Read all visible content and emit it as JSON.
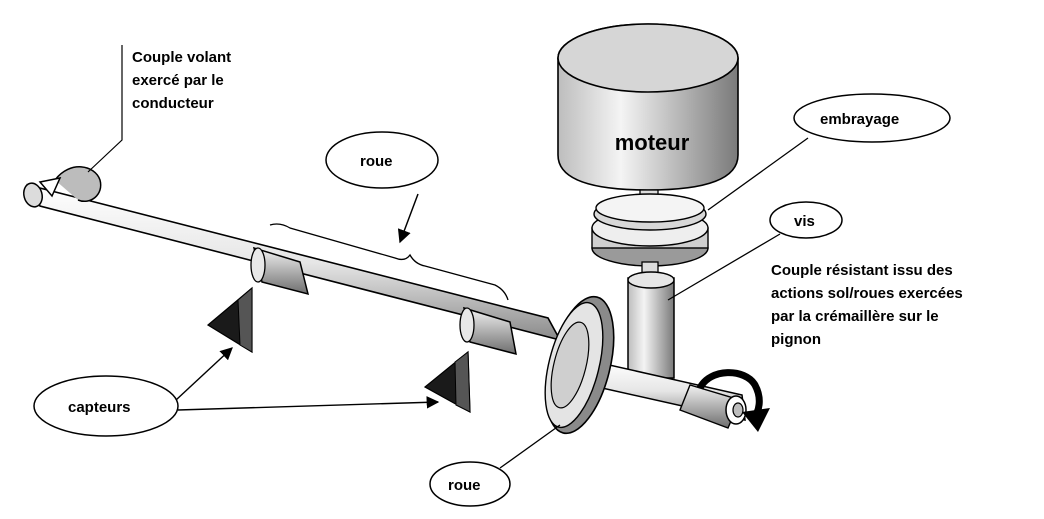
{
  "labels": {
    "couple_volant": [
      "Couple volant",
      "exercé par le",
      "conducteur"
    ],
    "roue_top": "roue",
    "moteur": "moteur",
    "embrayage": "embrayage",
    "vis": "vis",
    "couple_resistant": [
      "Couple résistant issu des",
      "actions sol/roues exercées",
      "par la crémaillère sur le",
      "pignon"
    ],
    "capteurs": "capteurs",
    "roue_bottom": "roue"
  }
}
